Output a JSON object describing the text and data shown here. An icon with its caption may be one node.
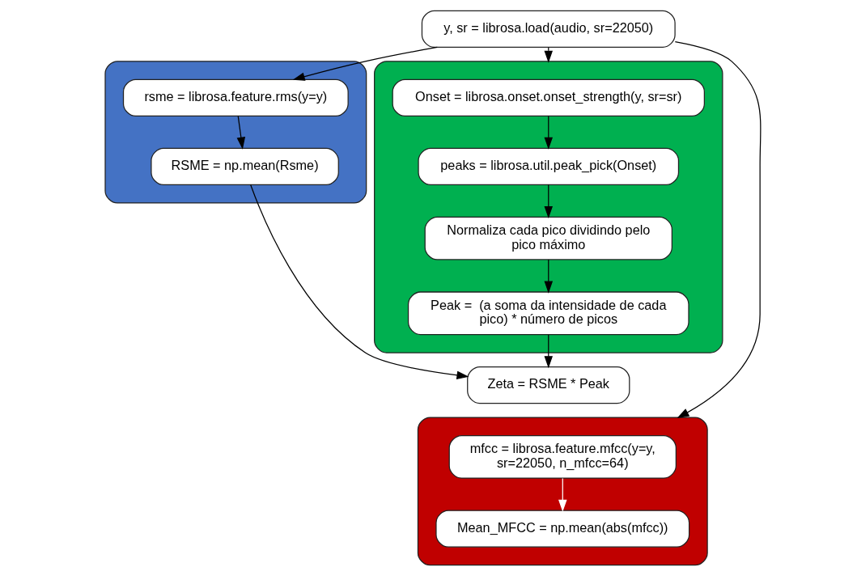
{
  "diagram": {
    "nodes": [
      {
        "text": [
          "y, sr = librosa.load(audio, sr=22050)"
        ]
      },
      {
        "text": [],
        "shape": "box"
      },
      {
        "text": [
          "rsme = librosa.feature.rms(y=y)"
        ],
        "in": 1
      },
      {
        "text": [
          "RSME = np.mean(Rsme)"
        ],
        "in": 1
      },
      {
        "text": [],
        "shape": "box"
      },
      {
        "text": [
          "Onset = librosa.onset.onset_strength(y, sr=sr)"
        ],
        "in": 4
      },
      {
        "text": [
          "peaks = librosa.util.peak_pick(Onset)"
        ],
        "in": 4
      },
      {
        "text": [
          "Normaliza cada pico dividindo pelo pico máximo"
        ],
        "in": 4
      },
      {
        "text": [
          "Peak =  (a soma da intensidade de cada pico) * número de picos"
        ],
        "in": 4
      },
      {
        "text": [
          "Zeta = RSME * Peak"
        ]
      },
      {
        "text": [],
        "shape": "box"
      },
      {
        "text": [
          "mfcc = librosa.feature.mfcc(y=y, sr=22050, n_mfcc=64)"
        ],
        "in": 10
      },
      {
        "text": [
          "Mean_MFCC = np.mean(abs(mfcc))"
        ],
        "in": 10
      }
    ],
    "edges": [
      {
        "from": 0,
        "to": 2,
        "arrow": "to"
      },
      {
        "from": 0,
        "to": 4,
        "arrow": "to"
      },
      {
        "from": 0,
        "to": 10,
        "arrow": "to"
      },
      {
        "from": 2,
        "to": 3,
        "arrow": "to"
      },
      {
        "from": 3,
        "to": 9,
        "arrow": "to"
      },
      {
        "from": 5,
        "to": 6,
        "arrow": "to"
      },
      {
        "from": 6,
        "to": 7,
        "arrow": "to"
      },
      {
        "from": 7,
        "to": 8,
        "arrow": "to"
      },
      {
        "from": 8,
        "to": 9,
        "arrow": "to"
      },
      {
        "from": 11,
        "to": 12,
        "arrow": "to",
        "color": "#ffffff"
      }
    ]
  }
}
